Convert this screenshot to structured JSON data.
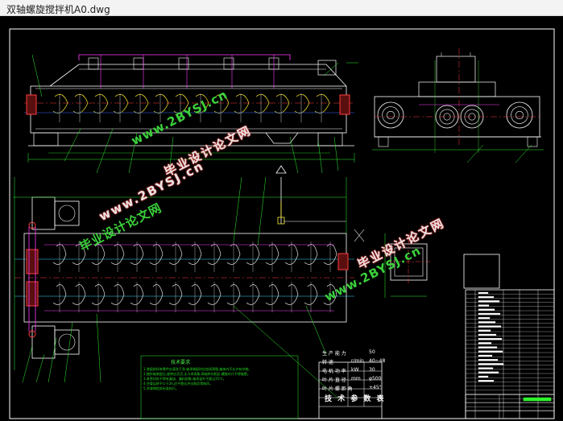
{
  "window": {
    "title": "双轴螺旋搅拌机A0.dwg"
  },
  "drawing": {
    "background": "#000000",
    "colors": {
      "outline": "#ffffff",
      "mechanical": "#ffffff",
      "dimension": "#2ff32f",
      "centerline": "#ff3c3c",
      "hidden": "#ff3cff",
      "accent": "#ffee33",
      "cyan": "#3ad8ff",
      "blue": "#3b6bff"
    },
    "watermarks": [
      {
        "text": "毕业设计论文网",
        "kind": "cn"
      },
      {
        "text": "www.2BYSJ.cn",
        "kind": "url"
      },
      {
        "text": "毕业设计论文网",
        "kind": "cn"
      },
      {
        "text": "www.2BYSJ.cn",
        "kind": "url"
      },
      {
        "text": "毕业设计论文网",
        "kind": "cn"
      },
      {
        "text": "www.2BYSJ.cn",
        "kind": "url"
      }
    ],
    "notes": {
      "title": "技术要求",
      "lines": [
        "1.装配前所有零件应清洗干净,轴承装配时应加润滑脂,箱体内不允许有杂物。",
        "2.搅拌轴装配后,旋转应灵活,无卡滞现象,两轴转向相反,螺旋叶片不得碰壁。",
        "3.各密封处不得有漏油、漏料现象,轴承温升不超过35℃。",
        "4.空载运转不少于2h,应平稳无冲击和异常响声。",
        "5.涂漆按相关标准执行。"
      ]
    },
    "spec_table": {
      "rows": [
        {
          "label": "生 产 能 力",
          "unit": "",
          "value": "50"
        },
        {
          "label": "转    速",
          "unit": "r/min",
          "value": "40~48"
        },
        {
          "label": "电 机 功 率",
          "unit": "kW",
          "value": "30"
        },
        {
          "label": "叶 片 直 径",
          "unit": "mm",
          "value": "φ500"
        },
        {
          "label": "叶 片 螺 距 角",
          "unit": "",
          "value": "±45°"
        }
      ],
      "title": "技 术 参 数 表"
    }
  }
}
